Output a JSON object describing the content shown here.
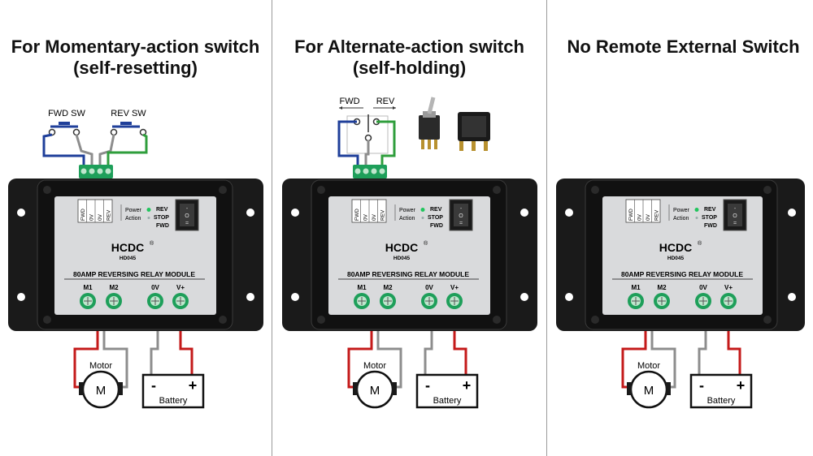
{
  "panels": [
    {
      "title_line1": "For Momentary-action switch",
      "title_line2": "(self-resetting)",
      "switch_labels": {
        "fwd": "FWD SW",
        "rev": "REV SW"
      }
    },
    {
      "title_line1": "For Alternate-action switch",
      "title_line2": "(self-holding)",
      "switch_labels": {
        "fwd": "FWD",
        "rev": "REV"
      }
    },
    {
      "title_line1": "No Remote External Switch",
      "title_line2": ""
    }
  ],
  "module": {
    "brand": "HCDC",
    "registered": "®",
    "model": "HD045",
    "name": "80AMP REVERSING RELAY MODULE",
    "terminal_labels": [
      "FWD",
      "0V",
      "0V",
      "REV"
    ],
    "indicators": {
      "power": "Power",
      "action": "Action"
    },
    "switch_positions": [
      "REV",
      "STOP",
      "FWD"
    ],
    "rocker_marks": [
      "-",
      "O",
      "="
    ],
    "screw_labels": [
      "M1",
      "M2",
      "0V",
      "V+"
    ]
  },
  "motor": {
    "label": "Motor",
    "symbol": "M"
  },
  "battery": {
    "label": "Battery",
    "minus": "-",
    "plus": "+"
  },
  "colors": {
    "enclosure": "#1a1a1a",
    "faceplate": "#d9dadc",
    "terminal_block": "#1e9f5a",
    "wire_blue": "#1f3f9a",
    "wire_green": "#2f9e3c",
    "wire_red": "#c41a1a",
    "wire_gray": "#8d8d8d",
    "led": "#22c55e"
  }
}
